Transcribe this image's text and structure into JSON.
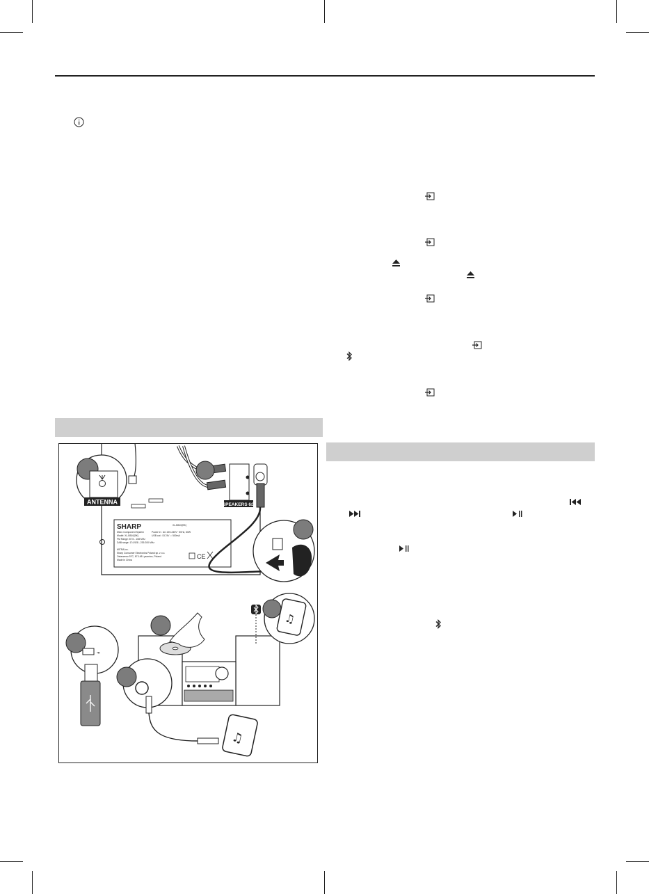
{
  "figure": {
    "antenna_label": "ANTENNA",
    "speakers_label": "SPEAKERS 6Ω",
    "rating_plate": {
      "brand": "SHARP",
      "model_code": "XL-B510(BK)",
      "product_type": "Micro Component System",
      "model_line": "Model: XL-B510(BK)",
      "fm_range": "FM Range: 87.5 - 108 MHz",
      "dab_range": "DAB range: 174.928 - 239.200 MHz",
      "power": "Power In : AC 220-240V~ 50Hz, 60W",
      "usb": "USB out : DC 5V ⎓ 500mA",
      "distributor": "MITRA Inc.",
      "manufacturer": "Sharp Consumer Electronics Poland sp. z o.o.",
      "address": "Ostaszewo 57C, 87-148 Lysomice, Poland",
      "origin": "Made in China"
    }
  },
  "icons": {
    "info": "info-icon",
    "input_select": "input-select-icon",
    "eject": "eject-icon",
    "bluetooth": "bluetooth-icon",
    "previous": "skip-previous-icon",
    "next": "skip-next-icon",
    "play_pause": "play-pause-icon",
    "usb": "usb-icon",
    "music_note": "music-note-icon"
  },
  "colors": {
    "section_bar": "#cfcfcf",
    "line": "#222222",
    "device_gray": "#8a8a8a"
  }
}
